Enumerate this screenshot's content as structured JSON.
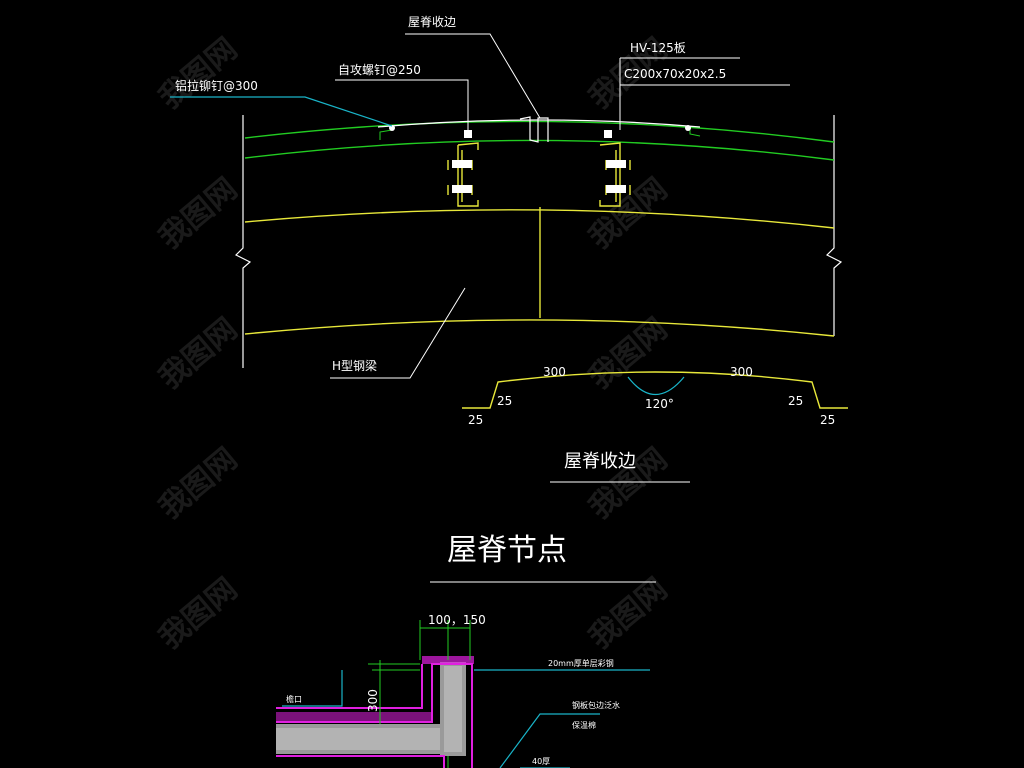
{
  "labels": {
    "ridge_flashing": "屋脊收边",
    "hv125": "HV-125板",
    "purlin": "C200x70x20x2.5",
    "rivet": "铝拉铆钉@300",
    "screw": "自攻螺钉@250",
    "h_beam": "H型钢梁",
    "angle": "120°",
    "detail_caption": "屋脊收边",
    "section_title": "屋脊节点"
  },
  "dimensions": {
    "left_top": "300",
    "right_top": "300",
    "left_lip": "25",
    "left_bottom": "25",
    "right_lip": "25",
    "right_bottom": "25",
    "parapet_width": "100，150",
    "parapet_height": "300"
  },
  "lower_labels": {
    "a": "20mm厚单层彩钢",
    "b": "钢板包边泛水",
    "c": "保温棉",
    "d": "檐口",
    "e": "40厚"
  },
  "watermark": "我图网",
  "colors": {
    "green": "#22cc22",
    "yellow": "#e8e83a",
    "white": "#ffffff",
    "magenta": "#e020e0",
    "cyan": "#19b4c8",
    "concrete": "#b8b8b8"
  }
}
